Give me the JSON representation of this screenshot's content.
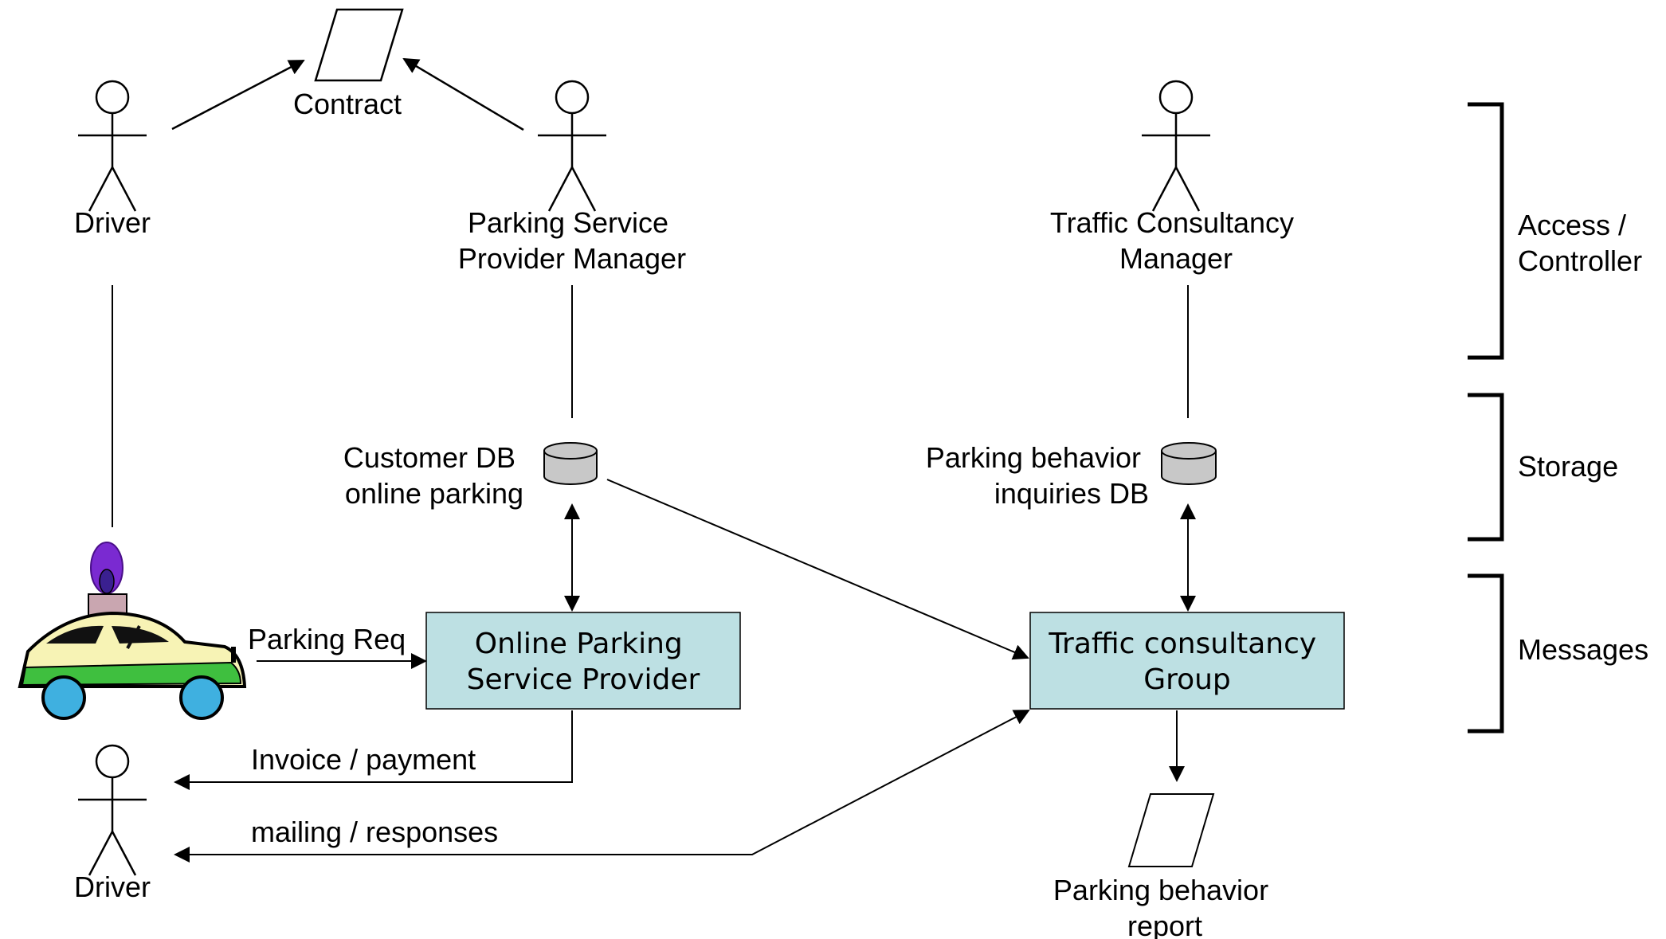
{
  "actors": {
    "driver_top": "Driver",
    "psp_manager": [
      "Parking Service",
      "Provider Manager"
    ],
    "tc_manager": [
      "Traffic Consultancy",
      "Manager"
    ],
    "driver_bottom": "Driver"
  },
  "documents": {
    "contract": "Contract",
    "report": [
      "Parking behavior",
      "report"
    ]
  },
  "databases": {
    "customer_db": [
      "Customer DB",
      "online parking"
    ],
    "behavior_db": [
      "Parking behavior",
      "inquiries DB"
    ]
  },
  "processes": {
    "online_parking": [
      "Online Parking",
      "Service Provider"
    ],
    "traffic_group": [
      "Traffic consultancy",
      "Group"
    ]
  },
  "flows": {
    "parking_req": "Parking Req",
    "invoice": "Invoice / payment",
    "mailing": "mailing / responses"
  },
  "layers": {
    "access": [
      "Access /",
      "Controller"
    ],
    "storage": "Storage",
    "messages": "Messages"
  },
  "colors": {
    "process_fill": "#bde0e3",
    "db_fill": "#c8c8c8",
    "car_body": "#f7f3b5",
    "car_stripe": "#3fbf3f",
    "car_wheel": "#3fb0e0",
    "siren": "#7a2ad1"
  }
}
